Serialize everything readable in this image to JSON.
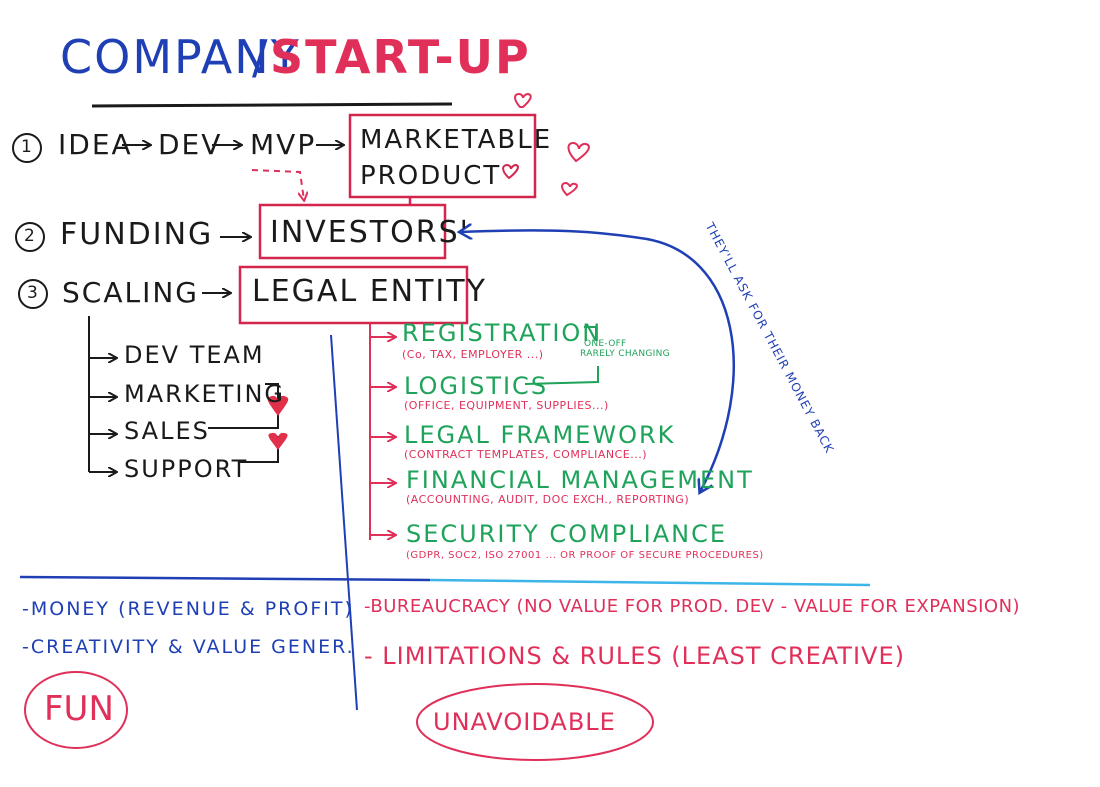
{
  "title": {
    "company": "COMPANY",
    "slash": "/",
    "startup": "START-UP"
  },
  "steps": [
    {
      "num": "1",
      "items": [
        "IDEA",
        "DEV",
        "MVP"
      ],
      "box": [
        "MARKETABLE",
        "PRODUCT"
      ]
    },
    {
      "num": "2",
      "label": "FUNDING",
      "box": "INVESTORS'"
    },
    {
      "num": "3",
      "label": "SCALING",
      "box": "LEGAL ENTITY"
    }
  ],
  "scaling_branches": [
    "DEV TEAM",
    "MARKETING",
    "SALES",
    "SUPPORT"
  ],
  "legal_items": [
    {
      "title": "REGISTRATION",
      "detail": "(Co, TAX, EMPLOYER ...)"
    },
    {
      "title": "LOGISTICS",
      "detail": "(OFFICE, EQUIPMENT, SUPPLIES...)"
    },
    {
      "title": "LEGAL FRAMEWORK",
      "detail": "(CONTRACT TEMPLATES, COMPLIANCE...)"
    },
    {
      "title": "FINANCIAL MANAGEMENT",
      "detail": "(ACCOUNTING, AUDIT, DOC EXCH., REPORTING)"
    },
    {
      "title": "SECURITY COMPLIANCE",
      "detail": "(GDPR, SOC2, ISO 27001 ... OR PROOF OF SECURE PROCEDURES)"
    }
  ],
  "one_off_note": {
    "line1": "ONE-OFF",
    "line2": "RARELY CHANGING"
  },
  "curve_note": "THEY'LL ASK FOR THEIR MONEY BACK",
  "bottom_left": [
    "-MONEY (REVENUE & PROFIT)",
    "-CREATIVITY & VALUE GENER."
  ],
  "bottom_right": [
    "-BUREAUCRACY (NO VALUE FOR PROD. DEV - VALUE FOR EXPANSION)",
    "- LIMITATIONS & RULES (LEAST CREATIVE)"
  ],
  "fun": "FUN",
  "unavoidable": "UNAVOIDABLE",
  "colors": {
    "ink": "#1a1a1a",
    "blue": "#1f3fb5",
    "red": "#e0305a",
    "green": "#1fa35a",
    "lightblue": "#3db5e8"
  }
}
